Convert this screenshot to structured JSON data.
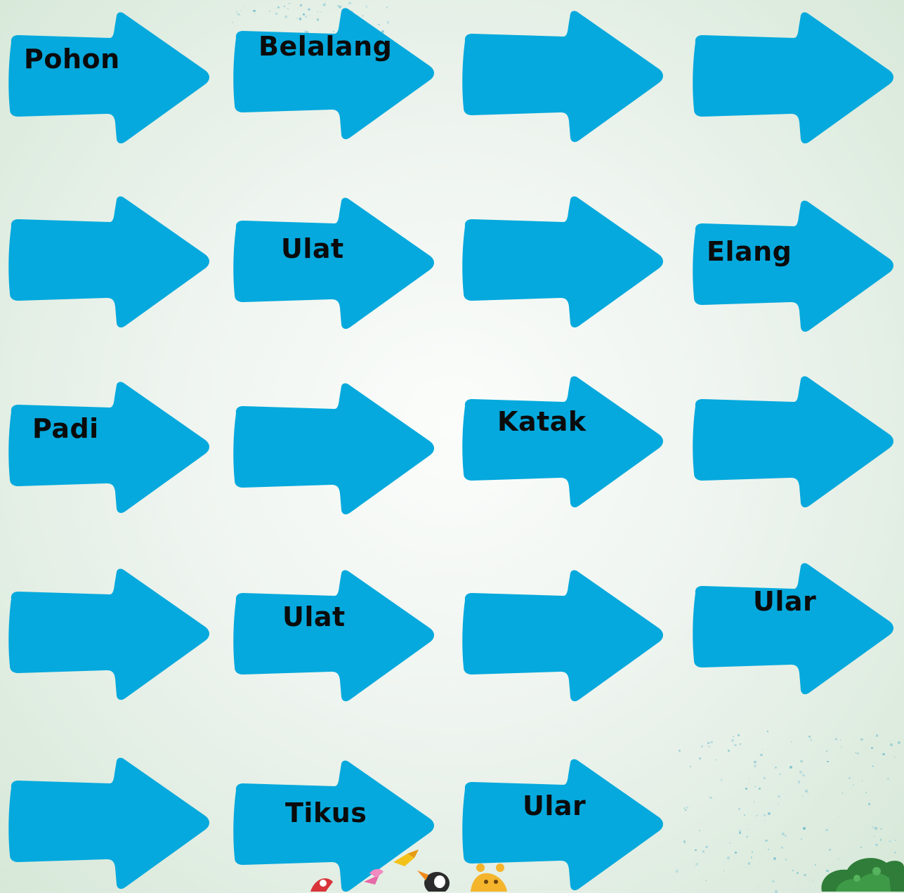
{
  "colors": {
    "arrow": "#05a9dd",
    "label": "#0b0b0b",
    "background": "#eef4ef"
  },
  "rows": [
    {
      "arrows": [
        {
          "label": "Pohon"
        },
        {
          "label": "Belalang"
        },
        {
          "label": ""
        },
        {
          "label": ""
        }
      ]
    },
    {
      "arrows": [
        {
          "label": ""
        },
        {
          "label": "Ulat"
        },
        {
          "label": ""
        },
        {
          "label": "Elang"
        }
      ]
    },
    {
      "arrows": [
        {
          "label": "Padi"
        },
        {
          "label": ""
        },
        {
          "label": "Katak"
        },
        {
          "label": ""
        }
      ]
    },
    {
      "arrows": [
        {
          "label": ""
        },
        {
          "label": "Ulat"
        },
        {
          "label": ""
        },
        {
          "label": "Ular"
        }
      ]
    },
    {
      "arrows": [
        {
          "label": ""
        },
        {
          "label": "Tikus"
        },
        {
          "label": "Ular"
        }
      ]
    }
  ],
  "decorations": [
    "animal-cartoon-illustration",
    "tree-foliage-illustration",
    "speckle-texture"
  ]
}
